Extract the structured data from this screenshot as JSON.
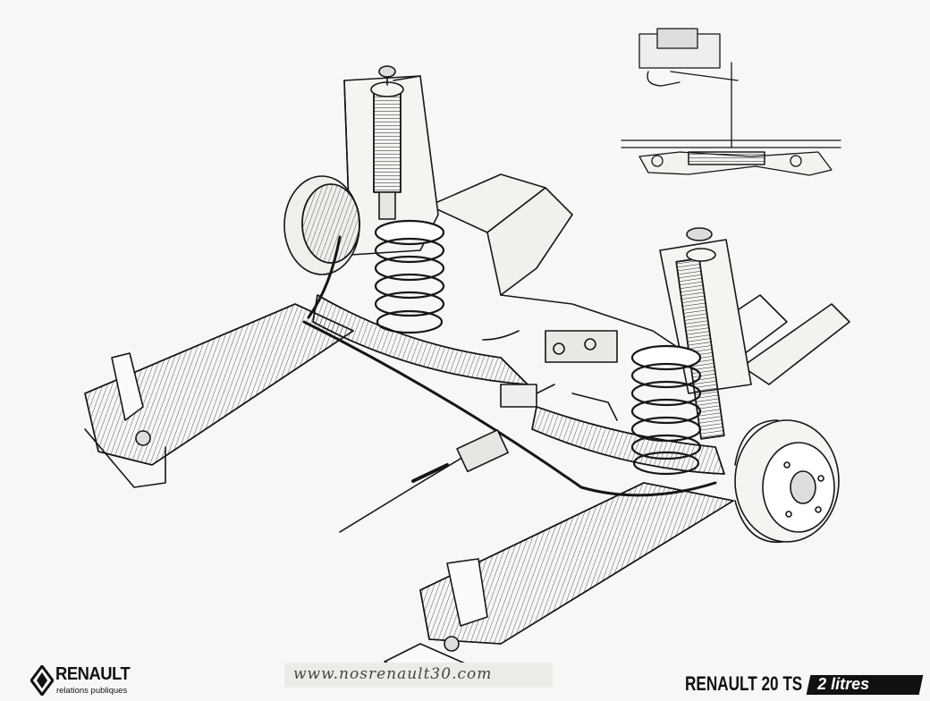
{
  "brand": {
    "name": "RENAULT",
    "subtitle": "relations publiques",
    "logo_icon": "renault-diamond-icon"
  },
  "watermark": {
    "text": "www.nosrenault30.com"
  },
  "model": {
    "name": "RENAULT 20 TS",
    "badge": "2 litres"
  },
  "colors": {
    "ink": "#111111",
    "paper": "#f7f7f5",
    "watermark_bg": "#ecebe7"
  }
}
